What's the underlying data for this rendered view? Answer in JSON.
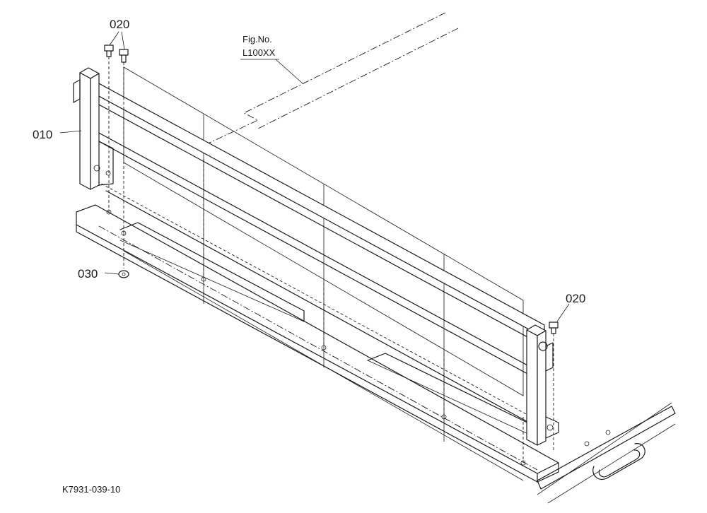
{
  "parts": [
    {
      "id": "010"
    },
    {
      "id": "020"
    },
    {
      "id": "020"
    },
    {
      "id": "030"
    }
  ],
  "reference": {
    "line1": "Fig.No.",
    "line2": "L100XX"
  },
  "figure_code": "K7931-039-10"
}
